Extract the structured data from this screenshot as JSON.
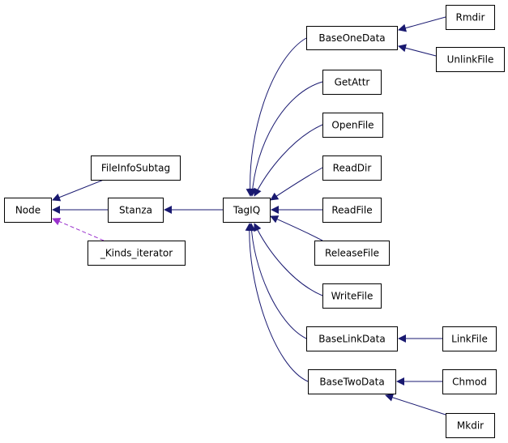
{
  "diagram": {
    "nodes": [
      {
        "id": "node",
        "label": "Node"
      },
      {
        "id": "fileinfosubtag",
        "label": "FileInfoSubtag"
      },
      {
        "id": "stanza",
        "label": "Stanza"
      },
      {
        "id": "kinds_iterator",
        "label": "_Kinds_iterator"
      },
      {
        "id": "tagiq",
        "label": "TagIQ"
      },
      {
        "id": "baseonedata",
        "label": "BaseOneData"
      },
      {
        "id": "getattr",
        "label": "GetAttr"
      },
      {
        "id": "openfile",
        "label": "OpenFile"
      },
      {
        "id": "readdir",
        "label": "ReadDir"
      },
      {
        "id": "readfile",
        "label": "ReadFile"
      },
      {
        "id": "releasefile",
        "label": "ReleaseFile"
      },
      {
        "id": "writefile",
        "label": "WriteFile"
      },
      {
        "id": "baselinkdata",
        "label": "BaseLinkData"
      },
      {
        "id": "basetwodata",
        "label": "BaseTwoData"
      },
      {
        "id": "rmdir",
        "label": "Rmdir"
      },
      {
        "id": "unlinkfile",
        "label": "UnlinkFile"
      },
      {
        "id": "linkfile",
        "label": "LinkFile"
      },
      {
        "id": "chmod",
        "label": "Chmod"
      },
      {
        "id": "mkdir",
        "label": "Mkdir"
      }
    ],
    "edges": [
      {
        "from": "fileinfosubtag",
        "to": "node",
        "style": "solid"
      },
      {
        "from": "stanza",
        "to": "node",
        "style": "solid"
      },
      {
        "from": "kinds_iterator",
        "to": "node",
        "style": "dashed"
      },
      {
        "from": "tagiq",
        "to": "stanza",
        "style": "solid"
      },
      {
        "from": "baseonedata",
        "to": "tagiq",
        "style": "solid"
      },
      {
        "from": "getattr",
        "to": "tagiq",
        "style": "solid"
      },
      {
        "from": "openfile",
        "to": "tagiq",
        "style": "solid"
      },
      {
        "from": "readdir",
        "to": "tagiq",
        "style": "solid"
      },
      {
        "from": "readfile",
        "to": "tagiq",
        "style": "solid"
      },
      {
        "from": "releasefile",
        "to": "tagiq",
        "style": "solid"
      },
      {
        "from": "writefile",
        "to": "tagiq",
        "style": "solid"
      },
      {
        "from": "baselinkdata",
        "to": "tagiq",
        "style": "solid"
      },
      {
        "from": "basetwodata",
        "to": "tagiq",
        "style": "solid"
      },
      {
        "from": "rmdir",
        "to": "baseonedata",
        "style": "solid"
      },
      {
        "from": "unlinkfile",
        "to": "baseonedata",
        "style": "solid"
      },
      {
        "from": "linkfile",
        "to": "baselinkdata",
        "style": "solid"
      },
      {
        "from": "chmod",
        "to": "basetwodata",
        "style": "solid"
      },
      {
        "from": "mkdir",
        "to": "basetwodata",
        "style": "solid"
      }
    ]
  },
  "colors": {
    "edge": "#191970",
    "edge_dashed": "#9a32cd",
    "box_border": "#000000",
    "box_fill": "#ffffff",
    "text": "#000000"
  }
}
